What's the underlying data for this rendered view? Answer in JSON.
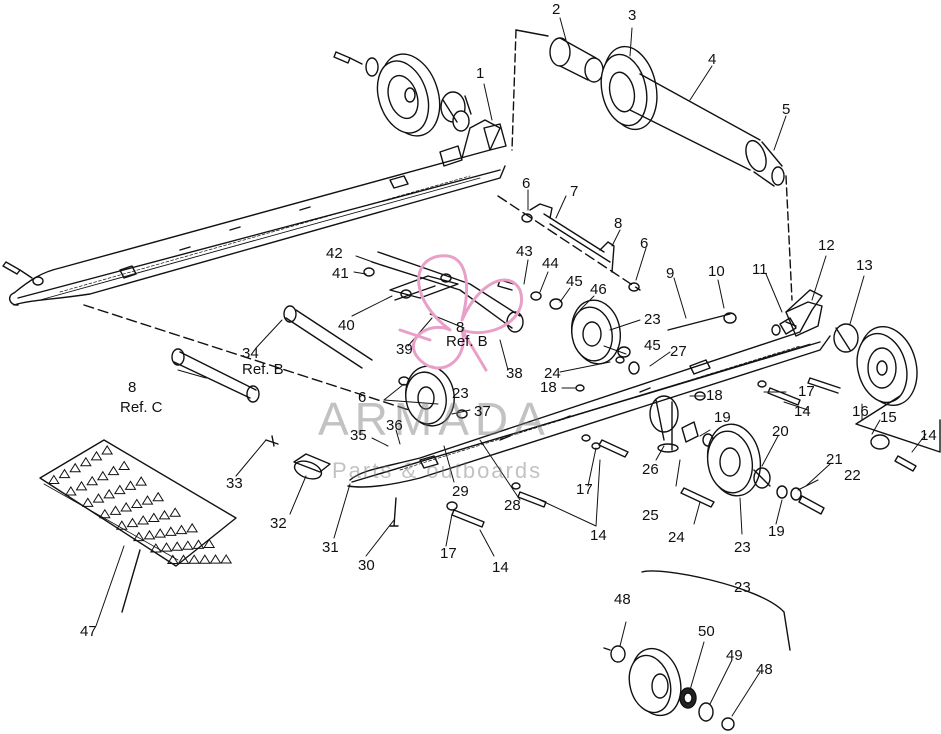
{
  "watermark": {
    "brand": "ARMADA",
    "tagline": "Parts & outboards",
    "accent": "#e8a0c8"
  },
  "labels": [
    {
      "id": "l1",
      "text": "1"
    },
    {
      "id": "l2",
      "text": "2"
    },
    {
      "id": "l3",
      "text": "3"
    },
    {
      "id": "l4",
      "text": "4"
    },
    {
      "id": "l5",
      "text": "5"
    },
    {
      "id": "l6a",
      "text": "6"
    },
    {
      "id": "l7",
      "text": "7"
    },
    {
      "id": "l8a",
      "text": "8"
    },
    {
      "id": "l6b",
      "text": "6"
    },
    {
      "id": "l9",
      "text": "9"
    },
    {
      "id": "l10",
      "text": "10"
    },
    {
      "id": "l11",
      "text": "11"
    },
    {
      "id": "l12",
      "text": "12"
    },
    {
      "id": "l13",
      "text": "13"
    },
    {
      "id": "l42",
      "text": "42"
    },
    {
      "id": "l41",
      "text": "41"
    },
    {
      "id": "l43",
      "text": "43"
    },
    {
      "id": "l44",
      "text": "44"
    },
    {
      "id": "l45a",
      "text": "45"
    },
    {
      "id": "l46",
      "text": "46"
    },
    {
      "id": "l40",
      "text": "40"
    },
    {
      "id": "l8b",
      "text": "8"
    },
    {
      "id": "lrefb1",
      "text": "Ref. B"
    },
    {
      "id": "l39",
      "text": "39"
    },
    {
      "id": "l23a",
      "text": "23"
    },
    {
      "id": "l45b",
      "text": "45"
    },
    {
      "id": "l27",
      "text": "27"
    },
    {
      "id": "l38",
      "text": "38"
    },
    {
      "id": "l24a",
      "text": "24"
    },
    {
      "id": "l18a",
      "text": "18"
    },
    {
      "id": "l18b",
      "text": "18"
    },
    {
      "id": "l17a",
      "text": "17"
    },
    {
      "id": "l14a",
      "text": "14"
    },
    {
      "id": "l16",
      "text": "16"
    },
    {
      "id": "l15",
      "text": "15"
    },
    {
      "id": "l14b",
      "text": "14"
    },
    {
      "id": "l34",
      "text": "34"
    },
    {
      "id": "lrefb2",
      "text": "Ref. B"
    },
    {
      "id": "l6c",
      "text": "6"
    },
    {
      "id": "l23b",
      "text": "23"
    },
    {
      "id": "l8c",
      "text": "8"
    },
    {
      "id": "lrefc",
      "text": "Ref. C"
    },
    {
      "id": "l37",
      "text": "37"
    },
    {
      "id": "l36",
      "text": "36"
    },
    {
      "id": "l35",
      "text": "35"
    },
    {
      "id": "l19a",
      "text": "19"
    },
    {
      "id": "l20",
      "text": "20"
    },
    {
      "id": "l21",
      "text": "21"
    },
    {
      "id": "l22",
      "text": "22"
    },
    {
      "id": "l19b",
      "text": "19"
    },
    {
      "id": "l26",
      "text": "26"
    },
    {
      "id": "l25",
      "text": "25"
    },
    {
      "id": "l24b",
      "text": "24"
    },
    {
      "id": "l23c",
      "text": "23"
    },
    {
      "id": "l17b",
      "text": "17"
    },
    {
      "id": "l14c",
      "text": "14"
    },
    {
      "id": "l28",
      "text": "28"
    },
    {
      "id": "l29",
      "text": "29"
    },
    {
      "id": "l33",
      "text": "33"
    },
    {
      "id": "l32",
      "text": "32"
    },
    {
      "id": "l31",
      "text": "31"
    },
    {
      "id": "l30",
      "text": "30"
    },
    {
      "id": "l17c",
      "text": "17"
    },
    {
      "id": "l14d",
      "text": "14"
    },
    {
      "id": "l47",
      "text": "47"
    },
    {
      "id": "l23d",
      "text": "23"
    },
    {
      "id": "l48a",
      "text": "48"
    },
    {
      "id": "l50",
      "text": "50"
    },
    {
      "id": "l49",
      "text": "49"
    },
    {
      "id": "l48b",
      "text": "48"
    }
  ]
}
